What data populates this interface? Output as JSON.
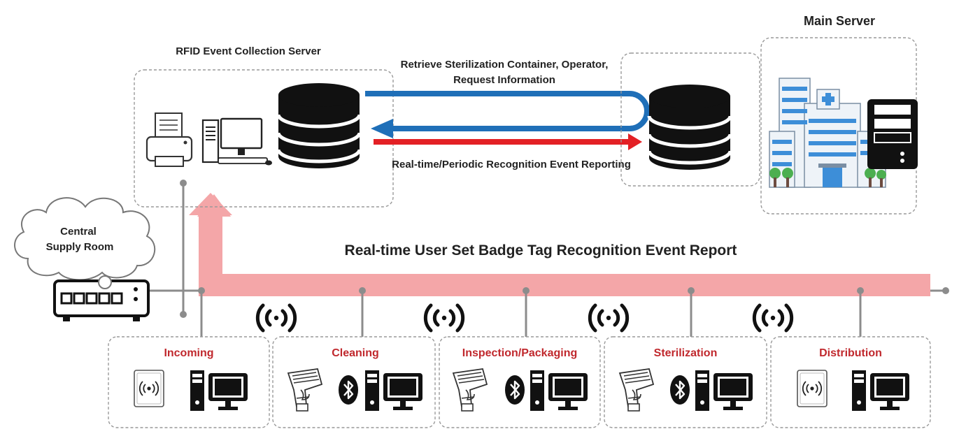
{
  "main_server": {
    "title": "Main Server"
  },
  "rfid_server": {
    "title": "RFID Event Collection Server"
  },
  "arrows": {
    "retrieve_line1": "Retrieve Sterilization Container, Operator,",
    "retrieve_line2": "Request Information",
    "reporting": "Real-time/Periodic Recognition Event Reporting"
  },
  "supply_room": {
    "line1": "Central",
    "line2": "Supply Room"
  },
  "badge_report": {
    "title": "Real-time User Set Badge Tag Recognition Event Report"
  },
  "stages": [
    {
      "label": "Incoming",
      "device": "rfid-reader"
    },
    {
      "label": "Cleaning",
      "device": "handheld-scanner"
    },
    {
      "label": "Inspection/Packaging",
      "device": "handheld-scanner"
    },
    {
      "label": "Sterilization",
      "device": "handheld-scanner"
    },
    {
      "label": "Distribution",
      "device": "rfid-reader"
    }
  ],
  "colors": {
    "retrieve_arrow": "#1f6fb8",
    "report_arrow": "#e32025",
    "badge_arrow": "#f4a6a8",
    "stage_label": "#c0282d",
    "bus_line": "#8c8c8c"
  }
}
